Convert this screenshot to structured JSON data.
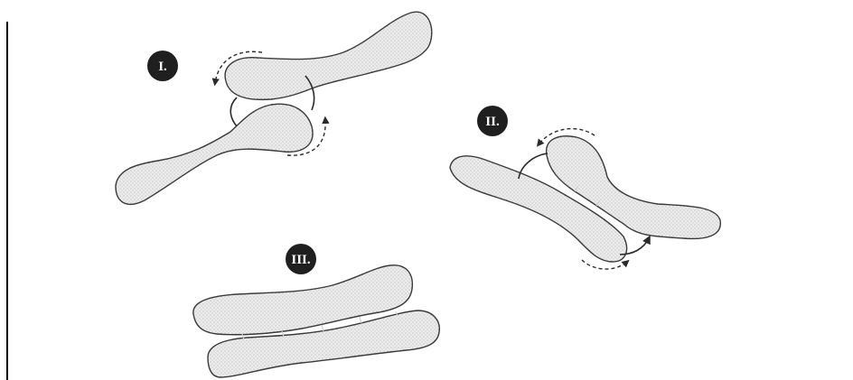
{
  "stages": [
    {
      "label": "I."
    },
    {
      "label": "II."
    },
    {
      "label": "III."
    }
  ],
  "colors": {
    "outline": "#3a3a3a",
    "fill": "#e8e8e8",
    "badge": "#1f1f1f",
    "frame": "#000000"
  }
}
